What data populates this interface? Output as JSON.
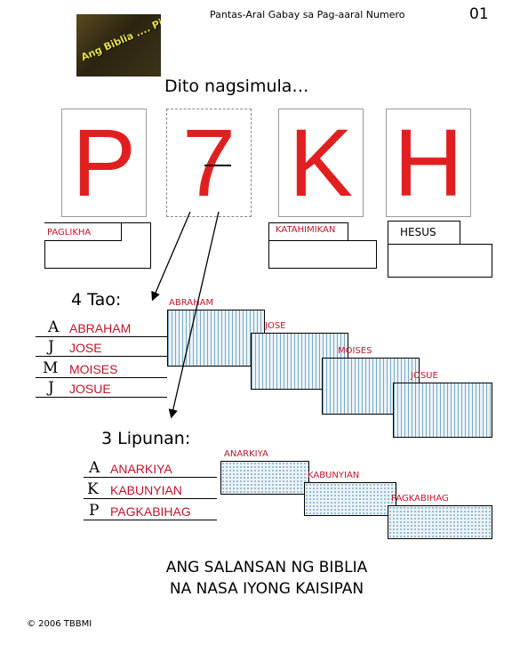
{
  "header": {
    "title": "Pantas-Aral Gabay sa Pag-aaral Numero",
    "number": "01",
    "logo_text": "Ang Biblia .... Pinasimple"
  },
  "subtitle": "Dito nagsimula…",
  "letters": [
    "P",
    "7",
    "K",
    "H"
  ],
  "letter_labels": {
    "p": "PAGLIKHA",
    "k": "KATAHIMIKAN",
    "h": "HESUS"
  },
  "four_men": {
    "title": "4 Tao:",
    "items": [
      {
        "initial": "A",
        "name": "ABRAHAM"
      },
      {
        "initial": "J",
        "name": "JOSE"
      },
      {
        "initial": "M",
        "name": "MOISES"
      },
      {
        "initial": "J",
        "name": "JOSUE"
      }
    ],
    "cards": [
      "ABRAHAM",
      "JOSE",
      "MOISES",
      "JOSUE"
    ]
  },
  "three_societies": {
    "title": "3 Lipunan:",
    "items": [
      {
        "initial": "A",
        "name": "ANARKIYA"
      },
      {
        "initial": "K",
        "name": "KABUNYIAN"
      },
      {
        "initial": "P",
        "name": "PAGKABIHAG"
      }
    ],
    "cards": [
      "ANARKIYA",
      "KABUNYIAN",
      "PAGKABIHAG"
    ]
  },
  "closing": {
    "line1": "ANG SALANSAN NG BIBLIA",
    "line2": "NA NASA IYONG KAISIPAN"
  },
  "copyright": "© 2006 TBBMI"
}
